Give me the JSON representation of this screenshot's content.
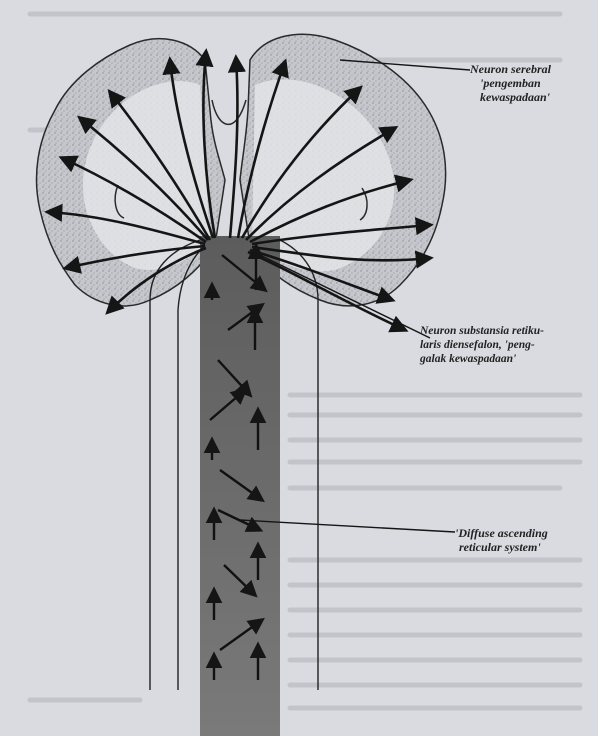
{
  "labels": {
    "cerebral_neurons": [
      "Neuron serebral",
      "'pengemban",
      "kewaspadaan'"
    ],
    "reticular_neurons": [
      "Neuron substansia retiku-",
      "laris diensefalon, 'peng-",
      "galak kewaspadaan'"
    ],
    "diffuse_system": [
      "'Diffuse ascending",
      "reticular system'"
    ]
  },
  "colors": {
    "page": "#d9dbe1",
    "brain_fill": "#bfc0c5",
    "brain_outline": "#2a2a2a",
    "column": "#6f6f6f",
    "arrow": "#151515"
  }
}
